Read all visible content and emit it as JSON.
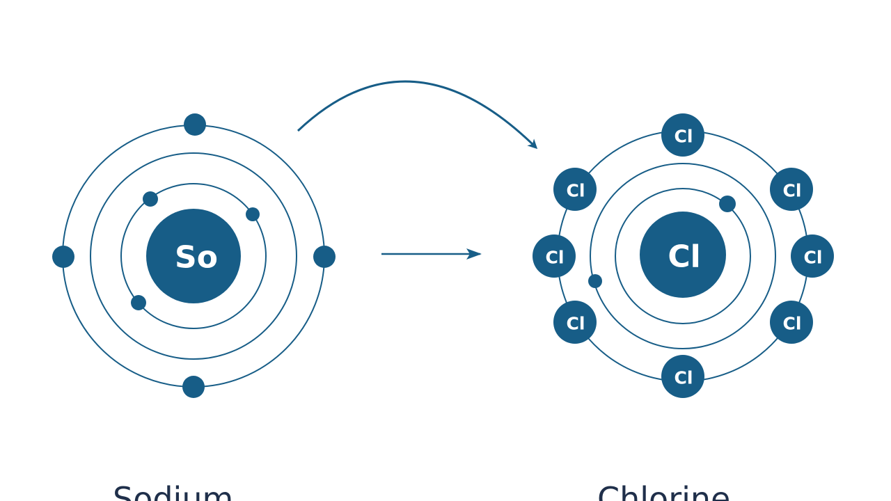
{
  "colors": {
    "atom_blue": "#175d87",
    "caption_text": "#1f2f4a",
    "background": "#ffffff"
  },
  "sodium": {
    "nucleus_symbol": "So",
    "caption": "Sodium",
    "electron_count": 7
  },
  "chlorine": {
    "nucleus_symbol": "Cl",
    "caption": "Chlorine",
    "outer_symbol": "Cl",
    "outer_count": 8,
    "electron_count": 2
  },
  "arrows": [
    "curved-arrow",
    "straight-arrow"
  ]
}
